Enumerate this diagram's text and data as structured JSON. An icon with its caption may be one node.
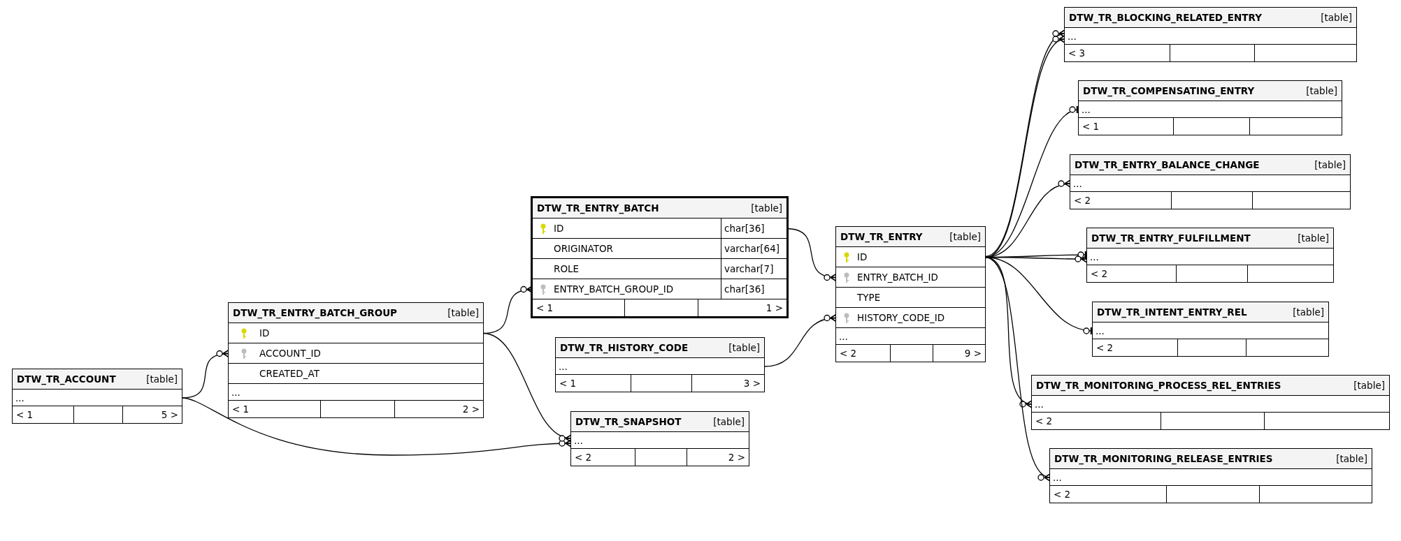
{
  "diagram": {
    "nodes": [
      {
        "text": [
          "DTW_TR_ACCOUNT",
          "[table]"
        ]
      },
      {
        "text": [
          "..."
        ],
        "in": 0
      },
      {
        "text": [
          "< 1",
          "5 >"
        ],
        "in": 0
      },
      {
        "text": [
          "DTW_TR_ENTRY_BATCH_GROUP",
          "[table]"
        ]
      },
      {
        "text": [
          "ID"
        ],
        "in": 3
      },
      {
        "text": [
          "ACCOUNT_ID"
        ],
        "in": 3
      },
      {
        "text": [
          "CREATED_AT"
        ],
        "in": 3
      },
      {
        "text": [
          "..."
        ],
        "in": 3
      },
      {
        "text": [
          "< 1",
          "2 >"
        ],
        "in": 3
      },
      {
        "text": [
          "DTW_TR_ENTRY_BATCH",
          "[table]"
        ]
      },
      {
        "text": [
          "ID",
          "char[36]"
        ],
        "in": 9
      },
      {
        "text": [
          "ORIGINATOR",
          "varchar[64]"
        ],
        "in": 9
      },
      {
        "text": [
          "ROLE",
          "varchar[7]"
        ],
        "in": 9
      },
      {
        "text": [
          "ENTRY_BATCH_GROUP_ID",
          "char[36]"
        ],
        "in": 9
      },
      {
        "text": [
          "< 1",
          "1 >"
        ],
        "in": 9
      },
      {
        "text": [
          "DTW_TR_HISTORY_CODE",
          "[table]"
        ]
      },
      {
        "text": [
          "..."
        ],
        "in": 15
      },
      {
        "text": [
          "< 1",
          "3 >"
        ],
        "in": 15
      },
      {
        "text": [
          "DTW_TR_SNAPSHOT",
          "[table]"
        ]
      },
      {
        "text": [
          "..."
        ],
        "in": 18
      },
      {
        "text": [
          "< 2",
          "2 >"
        ],
        "in": 18
      },
      {
        "text": [
          "DTW_TR_ENTRY",
          "[table]"
        ]
      },
      {
        "text": [
          "ID"
        ],
        "in": 21
      },
      {
        "text": [
          "ENTRY_BATCH_ID"
        ],
        "in": 21
      },
      {
        "text": [
          "TYPE"
        ],
        "in": 21
      },
      {
        "text": [
          "HISTORY_CODE_ID"
        ],
        "in": 21
      },
      {
        "text": [
          "..."
        ],
        "in": 21
      },
      {
        "text": [
          "< 2",
          "9 >"
        ],
        "in": 21
      },
      {
        "text": [
          "DTW_TR_BLOCKING_RELATED_ENTRY",
          "[table]"
        ]
      },
      {
        "text": [
          "..."
        ],
        "in": 28
      },
      {
        "text": [
          "< 3"
        ],
        "in": 28
      },
      {
        "text": [
          "DTW_TR_COMPENSATING_ENTRY",
          "[table]"
        ]
      },
      {
        "text": [
          "..."
        ],
        "in": 31
      },
      {
        "text": [
          "< 1"
        ],
        "in": 31
      },
      {
        "text": [
          "DTW_TR_ENTRY_BALANCE_CHANGE",
          "[table]"
        ]
      },
      {
        "text": [
          "..."
        ],
        "in": 34
      },
      {
        "text": [
          "< 2"
        ],
        "in": 34
      },
      {
        "text": [
          "DTW_TR_ENTRY_FULFILLMENT",
          "[table]"
        ]
      },
      {
        "text": [
          "..."
        ],
        "in": 37
      },
      {
        "text": [
          "< 2"
        ],
        "in": 37
      },
      {
        "text": [
          "DTW_TR_INTENT_ENTRY_REL",
          "[table]"
        ]
      },
      {
        "text": [
          "..."
        ],
        "in": 40
      },
      {
        "text": [
          "< 2"
        ],
        "in": 40
      },
      {
        "text": [
          "DTW_TR_MONITORING_PROCESS_REL_ENTRIES",
          "[table]"
        ]
      },
      {
        "text": [
          "..."
        ],
        "in": 43
      },
      {
        "text": [
          "< 2"
        ],
        "in": 43
      },
      {
        "text": [
          "DTW_TR_MONITORING_RELEASE_ENTRIES",
          "[table]"
        ]
      },
      {
        "text": [
          "..."
        ],
        "in": 46
      },
      {
        "text": [
          "< 2"
        ],
        "in": 46
      }
    ],
    "edges": [
      {
        "from": 1,
        "to": 5,
        "arrow": "other"
      },
      {
        "from": 1,
        "to": 19,
        "arrow": "other"
      },
      {
        "from": 4,
        "to": 13,
        "arrow": "other"
      },
      {
        "from": 4,
        "to": 19,
        "arrow": "other"
      },
      {
        "from": 10,
        "to": 23,
        "arrow": "other"
      },
      {
        "from": 16,
        "to": 25,
        "arrow": "other"
      },
      {
        "from": 22,
        "to": 29,
        "arrow": "other"
      },
      {
        "from": 22,
        "to": 29,
        "arrow": "other"
      },
      {
        "from": 22,
        "to": 32,
        "arrow": "other"
      },
      {
        "from": 22,
        "to": 35,
        "arrow": "other"
      },
      {
        "from": 22,
        "to": 38,
        "arrow": "other"
      },
      {
        "from": 22,
        "to": 38,
        "arrow": "other"
      },
      {
        "from": 22,
        "to": 41,
        "arrow": "other"
      },
      {
        "from": 22,
        "to": 44,
        "arrow": "other"
      },
      {
        "from": 22,
        "to": 47,
        "arrow": "other"
      }
    ]
  }
}
